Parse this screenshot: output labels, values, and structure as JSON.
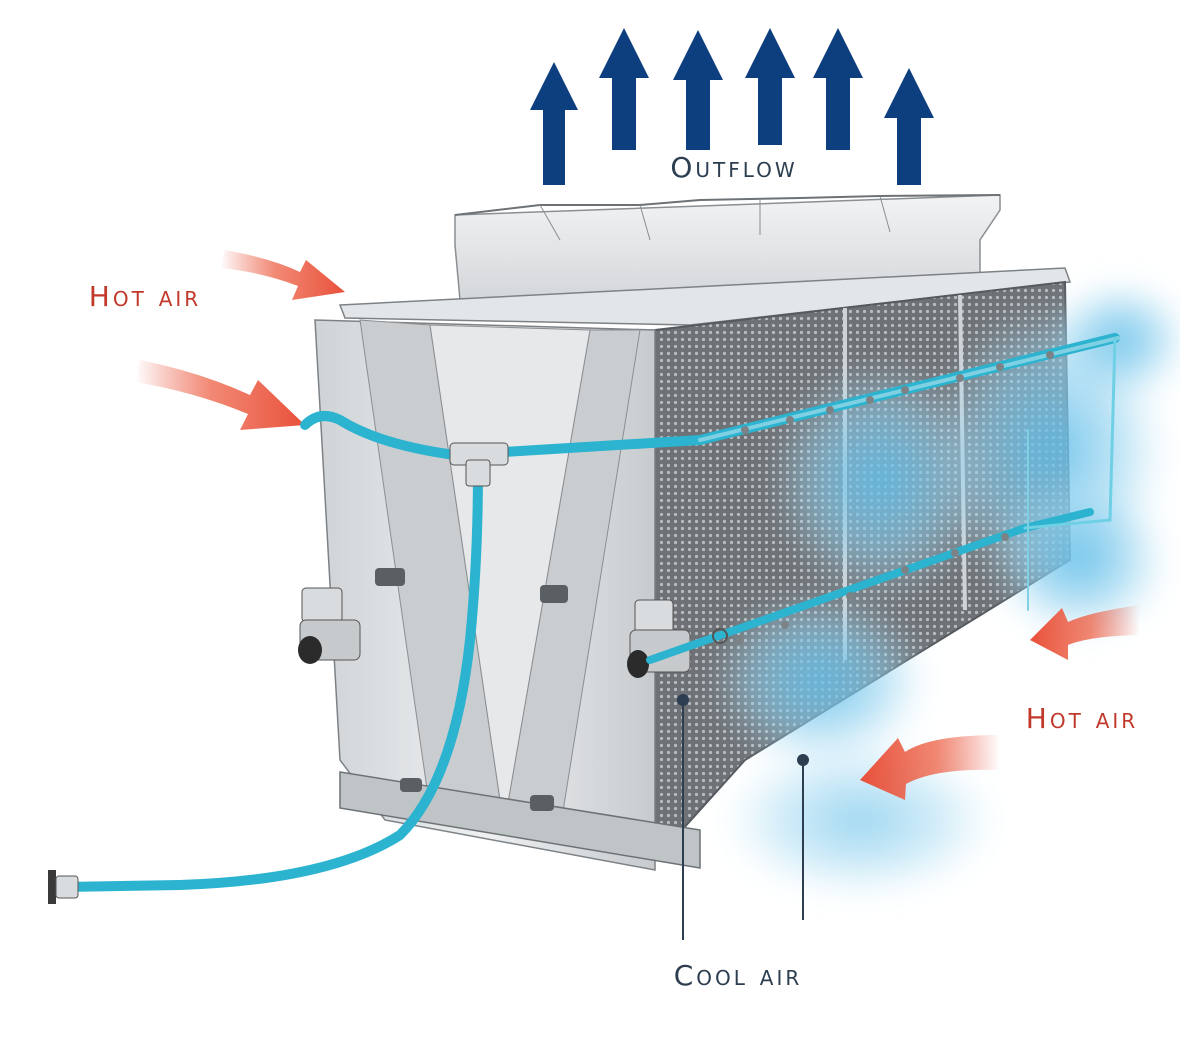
{
  "labels": {
    "outflow": "Outflow",
    "hot_air_left": "Hot air",
    "hot_air_right": "Hot air",
    "cool_air": "Cool air"
  },
  "colors": {
    "outflow_arrow": "#0d3e7e",
    "hot_air_arrow": "#e8503a",
    "pipe": "#2bb3cf",
    "mist": "#6fc4ea",
    "body_metal": "#d8dcdf",
    "label_dark": "#2c3e50",
    "label_red": "#c0392b"
  }
}
